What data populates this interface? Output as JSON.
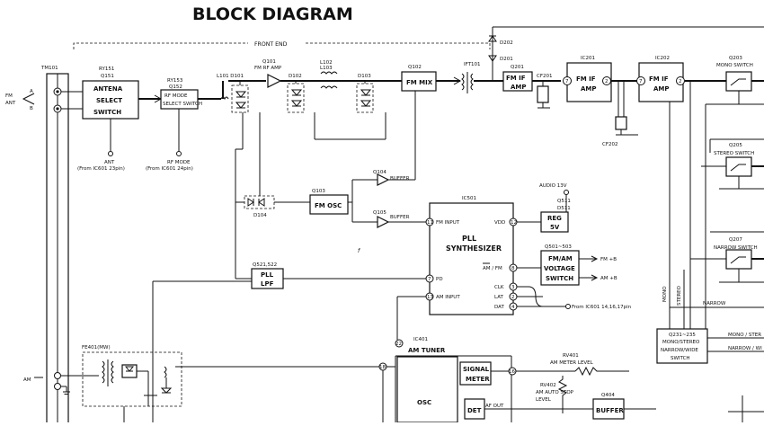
{
  "title": "BLOCK DIAGRAM",
  "front_end_label": "FRONT END",
  "antenna": {
    "tm_label": "TM101",
    "fm_ant": [
      "FM",
      "ANT"
    ],
    "a": "A",
    "b": "B",
    "am": "AM"
  },
  "ry151": {
    "ref": [
      "RY151",
      "Q151"
    ],
    "lines": [
      "ANTENA",
      "SELECT",
      "SWITCH"
    ]
  },
  "ry153": {
    "ref": [
      "RY153",
      "Q152"
    ],
    "lines": [
      "RF MODE",
      "SELECT SWITCH"
    ]
  },
  "ant_note": [
    "ANT",
    "(From IC601 23pin)"
  ],
  "rfmode_note": [
    "RF MODE",
    "(From IC601 24pin)"
  ],
  "rf_stage": {
    "l101d101": "L101  D101",
    "q101": [
      "Q101",
      "FM RF AMP"
    ],
    "d102": "D102",
    "l102": [
      "L102",
      "L103"
    ],
    "d103": "D103"
  },
  "fm_mix": {
    "ref": "Q102",
    "label": "FM MIX"
  },
  "ift": "IFT101",
  "diodes": {
    "d202": "D202",
    "d201": "D201"
  },
  "q201": {
    "ref": "Q201",
    "lines": [
      "FM IF",
      "AMP"
    ]
  },
  "cf201": "CF201",
  "cf202": "CF202",
  "ic201": {
    "ref": "IC201",
    "lines": [
      "FM IF",
      "AMP"
    ],
    "pin_in": "7",
    "pin_out": "2"
  },
  "ic202": {
    "ref": "IC202",
    "lines": [
      "FM IF",
      "AMP"
    ],
    "pin_in": "7",
    "pin_out": "2"
  },
  "mono_switch": {
    "ref": "Q203",
    "label": "MONO SWITCH"
  },
  "stereo_switch": {
    "ref": "Q205",
    "label": "STEREO SWITCH"
  },
  "narrow_switch": {
    "ref": "Q207",
    "label": "NARROW SWITCH"
  },
  "buffer1": {
    "ref": "Q104",
    "label": "BUFFER"
  },
  "buffer2": {
    "ref": "Q105",
    "label": "BUFFER"
  },
  "fm_osc": {
    "ref": "Q103",
    "label": "FM OSC"
  },
  "d104": "D104",
  "pll_lpf": {
    "ref": "Q521,522",
    "lines": [
      "PLL",
      "LPF"
    ]
  },
  "ic501": {
    "ref": "IC501",
    "lines": [
      "PLL",
      "SYNTHESIZER"
    ],
    "pins": {
      "fm_input": "FM INPUT",
      "pd": "PD",
      "am_input": "AM INPUT",
      "vdd": "VDD",
      "amfm": "AM / FM",
      "clk": "CLK",
      "lat": "LAT",
      "dat": "DAT"
    },
    "pin_nums": {
      "fm_input": "11",
      "pd": "7",
      "am_input": "13",
      "vdd": "12",
      "amfm": "8",
      "clk": "3",
      "lat": "2",
      "dat": "4"
    }
  },
  "reg": {
    "ref": [
      "Q511",
      "D511"
    ],
    "label": [
      "REG",
      "5V"
    ],
    "audio": "AUDIO 13V"
  },
  "voltage_switch": {
    "ref": "Q501~503",
    "lines": [
      "FM/AM",
      "VOLTAGE",
      "SWITCH"
    ],
    "fm_b": "FM +B",
    "am_b": "AM +B"
  },
  "from_ic601": "From IC601  14,16,17pin",
  "monostereo_block": {
    "ref": "Q231~235",
    "lines": [
      "MONO/STEREO",
      "NARROW/WIDE",
      "SWITCH"
    ]
  },
  "mono_label": "MONO",
  "stereo_label": "STEREO",
  "narrow_label": "NARROW",
  "mono_ster_out": "MONO / STER",
  "narrow_wi_out": "NARROW / WI",
  "fe401": "FE401(MW)",
  "ic401": {
    "ref": "IC401",
    "label": "AM TUNER",
    "osc": "OSC",
    "pin_in": "18",
    "pin_22": "22"
  },
  "signal_meter": {
    "lines": [
      "SIGNAL",
      "METER"
    ],
    "pin": "16"
  },
  "det": {
    "label": "DET",
    "af_out": "AF OUT"
  },
  "rv401": {
    "ref": "RV401",
    "label": "AM METER LEVEL"
  },
  "rv402": {
    "ref": "RV402",
    "label": [
      "AM AUTO STOP",
      "LEVEL"
    ]
  },
  "q404": {
    "ref": "Q404",
    "label": "BUFFER"
  },
  "small_f": "f"
}
